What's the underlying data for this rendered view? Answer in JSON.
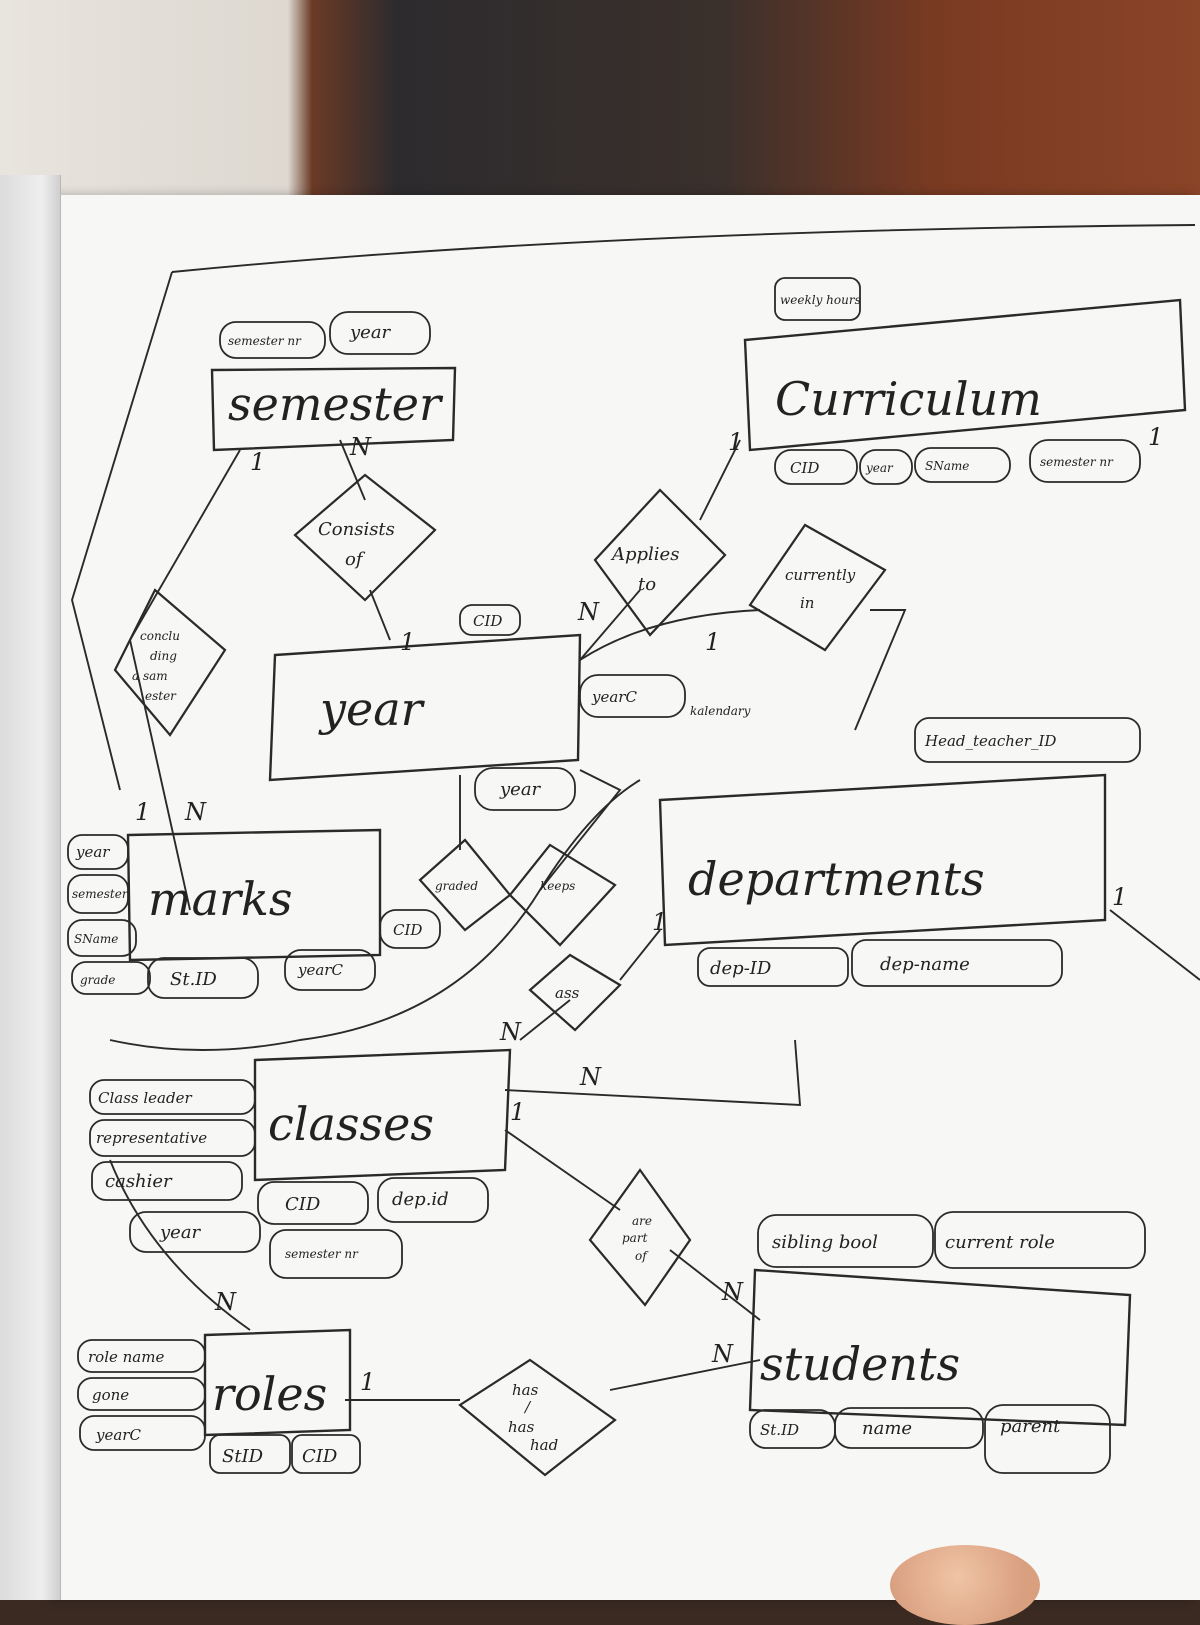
{
  "entities": {
    "semester": "semester",
    "curriculum": "Curriculum",
    "year": "year",
    "departments": "departments",
    "marks": "marks",
    "classes": "classes",
    "roles": "roles",
    "students": "students"
  },
  "relationships": {
    "consists_of": [
      "Consists",
      "of"
    ],
    "concluding": [
      "conclu",
      "ding",
      "a sam",
      "ester"
    ],
    "applies_to": [
      "Applies",
      "to"
    ],
    "currently_in": [
      "currently",
      "in"
    ],
    "graded": "graded",
    "keeps": "keeps",
    "ass": "ass",
    "are_part_of": [
      "are",
      "part",
      "of"
    ],
    "has_had": [
      "has",
      "/",
      "has",
      "had"
    ]
  },
  "attributes": {
    "semester": [
      "semester nr",
      "year"
    ],
    "curriculum": [
      "weekly hours",
      "CID",
      "year",
      "SName",
      "semester nr"
    ],
    "year": [
      "CID",
      "yearC",
      "kalendary",
      "year"
    ],
    "departments": [
      "Head_teacher_ID",
      "dep-ID",
      "dep-name"
    ],
    "marks": [
      "year",
      "semester",
      "SName",
      "grade",
      "St.ID",
      "yearC",
      "CID"
    ],
    "classes": [
      "Class leader",
      "representative",
      "cashier",
      "year",
      "CID",
      "dep.id",
      "semester nr"
    ],
    "roles": [
      "role name",
      "gone",
      "yearC",
      "StID",
      "CID"
    ],
    "students": [
      "sibling bool",
      "current role",
      "St.ID",
      "name",
      "parent"
    ]
  },
  "cardinalities": {
    "semester_year_N": "N",
    "semester_conc_1": "1",
    "year_consists_1": "1",
    "curr_applies_1": "1",
    "curr_right_1": "1",
    "year_applies_N": "N",
    "year_currently_1": "1",
    "marks_1": "1",
    "marks_N": "N",
    "dept_1": "1",
    "dept_right_1": "1",
    "classes_N": "N",
    "classes_mid_N": "N",
    "classes_1": "1",
    "roles_N": "N",
    "roles_1": "1",
    "students_N1": "N",
    "students_N2": "N"
  }
}
